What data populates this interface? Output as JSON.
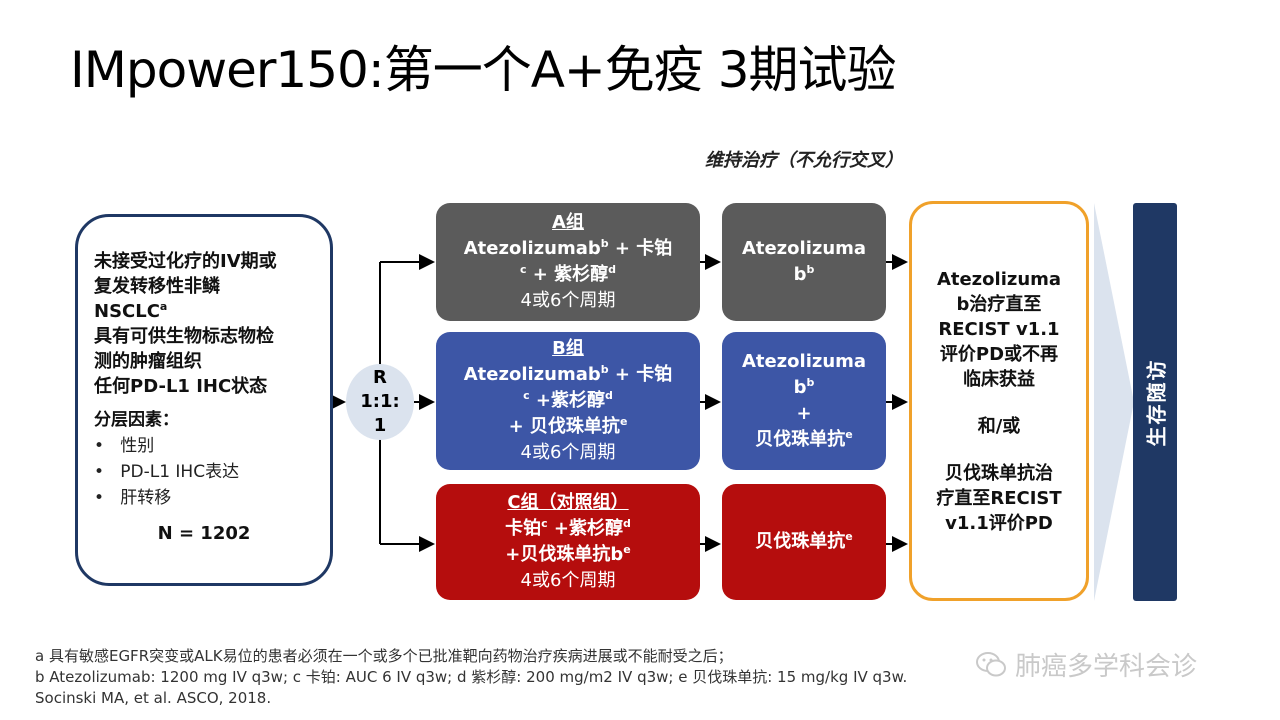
{
  "title": "IMpower150:第一个A+免疫 3期试验",
  "maintenance_label": "维持治疗（不允行交叉）",
  "criteria": {
    "lines": [
      "未接受过化疗的IV期或",
      "复发转移性非鳞",
      "NSCLC",
      "具有可供生物标志物检",
      "测的肿瘤组织",
      "任何PD-L1 IHC状态"
    ],
    "nsclc_sup": "a",
    "strat_title": "分层因素：",
    "strat_items": [
      "性别",
      "PD-L1 IHC表达",
      "肝转移"
    ],
    "n": "N = 1202"
  },
  "randomization": {
    "line1": "R",
    "line2": "1:1:",
    "line3": "1"
  },
  "arms": {
    "a": {
      "name": "A组",
      "drug1": "Atezolizumab",
      "drug1_sup": "b",
      "plus_carbo": " + 卡铂",
      "carbo_sup": "c",
      "plus_pac": " + 紫杉醇",
      "pac_sup": "d",
      "cycles": "4或6个周期"
    },
    "b": {
      "name": "B组",
      "drug1": "Atezolizumab",
      "drug1_sup": "b",
      "plus_carbo": " + 卡铂",
      "carbo_sup": "c",
      "plus_pac": " +紫杉醇",
      "pac_sup": "d",
      "bev": "+ 贝伐珠单抗",
      "bev_sup": "e",
      "cycles": "4或6个周期"
    },
    "c": {
      "name": "C组（对照组）",
      "carbo": "卡铂",
      "carbo_sup": "c",
      "plus_pac": " +紫杉醇",
      "pac_sup": "d",
      "bev": "+贝伐珠单抗b",
      "bev_sup": "e",
      "cycles": "4或6个周期"
    }
  },
  "maintenance": {
    "a": {
      "line1": "Atezolizuma",
      "line2": "b",
      "sup": "b"
    },
    "b": {
      "line1": "Atezolizuma",
      "line2": "b",
      "sup": "b",
      "plus": "+",
      "bev": "贝伐珠单抗",
      "bev_sup": "e"
    },
    "c": {
      "bev": "贝伐珠单抗",
      "bev_sup": "e"
    }
  },
  "right_box": {
    "lines_top": [
      "Atezolizuma",
      "b治疗直至",
      "RECIST v1.1",
      "评价PD或不再",
      "临床获益"
    ],
    "middle": "和/或",
    "lines_bottom": [
      "贝伐珠单抗治",
      "疗直至RECIST",
      "v1.1评价PD"
    ]
  },
  "survival": "生存随访",
  "footnotes": [
    "a  具有敏感EGFR突变或ALK易位的患者必须在一个或多个已批准靶向药物治疗疾病进展或不能耐受之后；",
    "b Atezolizumab: 1200 mg IV q3w;    c 卡铂:  AUC 6 IV q3w;   d 紫杉醇:  200 mg/m2 IV q3w;    e 贝伐珠单抗:  15 mg/kg IV q3w.",
    "Socinski MA, et al. ASCO, 2018."
  ],
  "watermark": "肺癌多学科会诊",
  "colors": {
    "arm_a": "#5b5b5b",
    "arm_b": "#3d56a6",
    "arm_c": "#b50d0d",
    "navy": "#1f3864",
    "orange": "#f0a12a",
    "rand": "#dbe3ee"
  }
}
